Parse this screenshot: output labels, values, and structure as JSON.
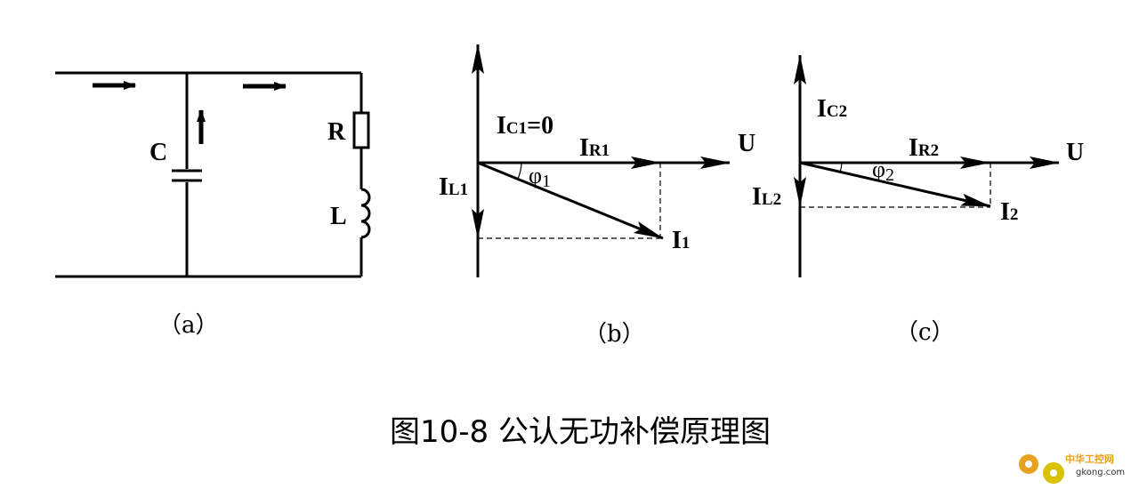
{
  "caption": "图10-8 公认无功补偿原理图",
  "panel_a": {
    "label": "（a）",
    "components": {
      "capacitor": "C",
      "resistor": "R",
      "inductor": "L"
    }
  },
  "panel_b": {
    "label": "（b）",
    "IC": {
      "main": "I",
      "sub": "C1",
      "suffix": "=0"
    },
    "IR": {
      "main": "I",
      "sub": "R1"
    },
    "IL": {
      "main": "I",
      "sub": "L1"
    },
    "U": "U",
    "phi": {
      "main": "φ",
      "sub": "1"
    },
    "I": {
      "main": "I",
      "sub": "1"
    }
  },
  "panel_c": {
    "label": "（c）",
    "IC": {
      "main": "I",
      "sub": "C2"
    },
    "IR": {
      "main": "I",
      "sub": "R2"
    },
    "IL": {
      "main": "I",
      "sub": "L2"
    },
    "U": "U",
    "phi": {
      "main": "φ",
      "sub": "2"
    },
    "I": {
      "main": "I",
      "sub": "2"
    }
  },
  "watermark": {
    "text": "中华工控网",
    "sub": "gkong.com",
    "color": "#e8a020"
  }
}
